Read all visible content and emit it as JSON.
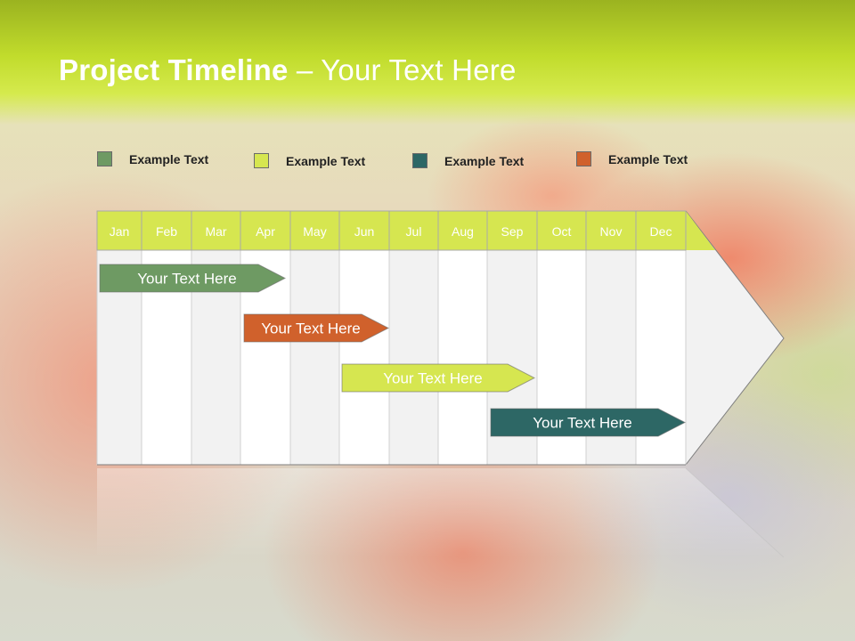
{
  "title": {
    "bold": "Project Timeline",
    "rest": " – Your Text Here"
  },
  "legend": [
    {
      "label": "Example Text",
      "color": "#6e9a63"
    },
    {
      "label": "Example Text",
      "color": "#d6e650"
    },
    {
      "label": "Example Text",
      "color": "#2d6765"
    },
    {
      "label": "Example Text",
      "color": "#d0612c"
    }
  ],
  "months": [
    "Jan",
    "Feb",
    "Mar",
    "Apr",
    "May",
    "Jun",
    "Jul",
    "Aug",
    "Sep",
    "Oct",
    "Nov",
    "Dec"
  ],
  "bars": [
    {
      "label": "Your  Text Here",
      "color": "#6e9a63"
    },
    {
      "label": "Your  Text Here",
      "color": "#d0612c"
    },
    {
      "label": "Your  Text Here",
      "color": "#d6e650"
    },
    {
      "label": "Your  Text Here",
      "color": "#2d6765"
    }
  ],
  "colors": {
    "header_band": "#d6e650",
    "column_light": "#f2f2f2",
    "column_white": "#ffffff"
  }
}
